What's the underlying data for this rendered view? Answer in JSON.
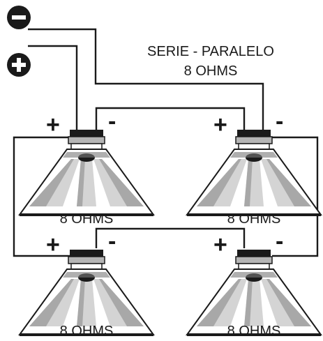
{
  "diagram": {
    "title_line1": "SERIE - PARALELO",
    "title_line2": "8 OHMS",
    "terminal_negative_symbol": "−",
    "terminal_positive_symbol": "+",
    "speakers": [
      {
        "impedance_label": "8 OHMS",
        "plus_label": "+",
        "minus_label": "-"
      },
      {
        "impedance_label": "8 OHMS",
        "plus_label": "+",
        "minus_label": "-"
      },
      {
        "impedance_label": "8 OHMS",
        "plus_label": "+",
        "minus_label": "-"
      },
      {
        "impedance_label": "8 OHMS",
        "plus_label": "+",
        "minus_label": "-"
      }
    ],
    "colors": {
      "ink": "#1a1a1a",
      "cone_light": "#d4d4d4",
      "cone_mid": "#a8a8a8",
      "cone_dark": "#7a7a7a",
      "background": "#ffffff"
    }
  }
}
